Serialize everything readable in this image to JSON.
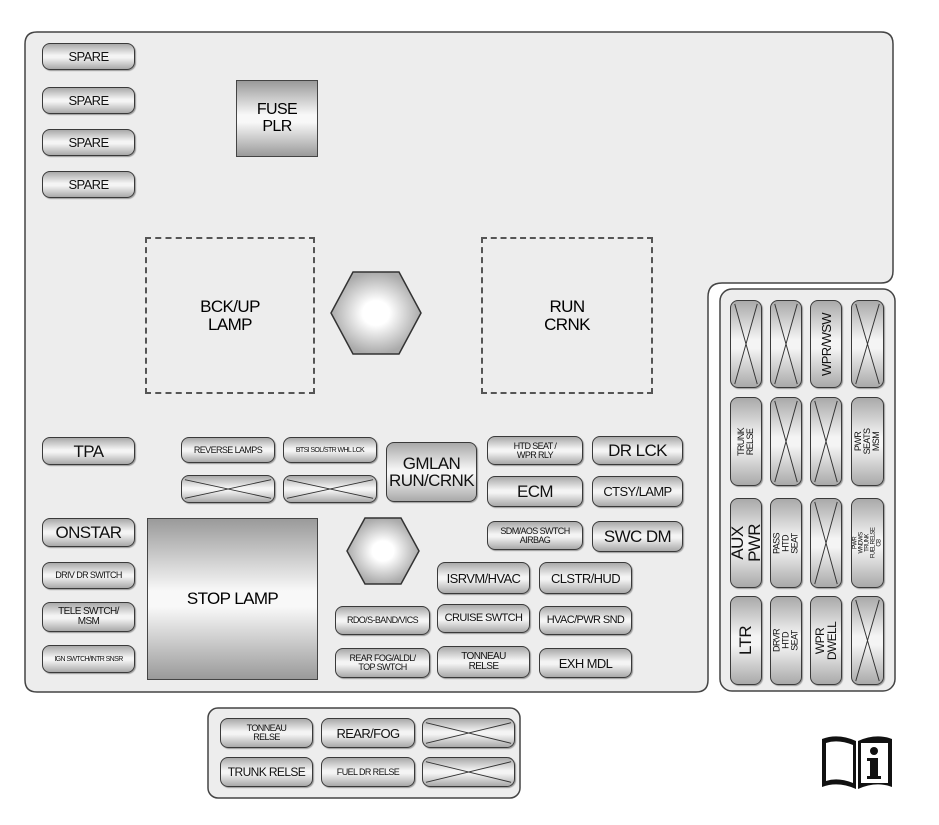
{
  "main_block": {
    "spare": [
      "SPARE",
      "SPARE",
      "SPARE",
      "SPARE"
    ],
    "fuse_plr": "FUSE\nPLR",
    "bckup_lamp": "BCK/UP\nLAMP",
    "run_crnk": "RUN\nCRNK",
    "tpa": "TPA",
    "reverse_lamps": "REVERSE LAMPS",
    "btsi": "BTSI SOL/STR WHL LCK",
    "gmlan": "GMLAN\nRUN/CRNK",
    "htd_seat": "HTD SEAT /\nWPR RLY",
    "dr_lck": "DR LCK",
    "ecm": "ECM",
    "ctsy_lamp": "CTSY/LAMP",
    "onstar": "ONSTAR",
    "stop_lamp": "STOP LAMP",
    "sdm": "SDM/AOS SWTCH\nAIRBAG",
    "swc_dm": "SWC DM",
    "driv_dr": "DRIV DR SWITCH",
    "tele": "TELE SWTCH/\nMSM",
    "ign": "IGN SWTCH/INTR SNSR",
    "isrvm": "ISRVM/HVAC",
    "clstr": "CLSTR/HUD",
    "rdo": "RDO/S-BAND/VICS",
    "cruise": "CRUISE SWTCH",
    "hvac_pwr": "HVAC/PWR SND",
    "rear_fog": "REAR FOG/ALDL/\nTOP SWTCH",
    "tonneau": "TONNEAU\nRELSE",
    "exh_mdl": "EXH MDL"
  },
  "right_block": {
    "trunk_relse": "TRUNK RELSE",
    "aux_pwr": "AUX PWR",
    "ltr": "LTR",
    "pass_htd": "PASS HTD SEAT",
    "drvr_htd": "DRVR HTD SEAT",
    "wpr_wsw": "WPR/WSW",
    "wpr_dwell": "WPR DWELL",
    "pwr_seats": "PWR SEATS MSM",
    "pwr_wndws": "PWR WNDWS\nTRUNK FUEL RELSE\nCB"
  },
  "bottom_block": {
    "tonneau": "TONNEAU\nRELSE",
    "rear_fog": "REAR/FOG",
    "trunk_relse": "TRUNK RELSE",
    "fuel_dr": "FUEL DR RELSE"
  },
  "icons": {
    "info": "owner-manual-info-icon"
  }
}
